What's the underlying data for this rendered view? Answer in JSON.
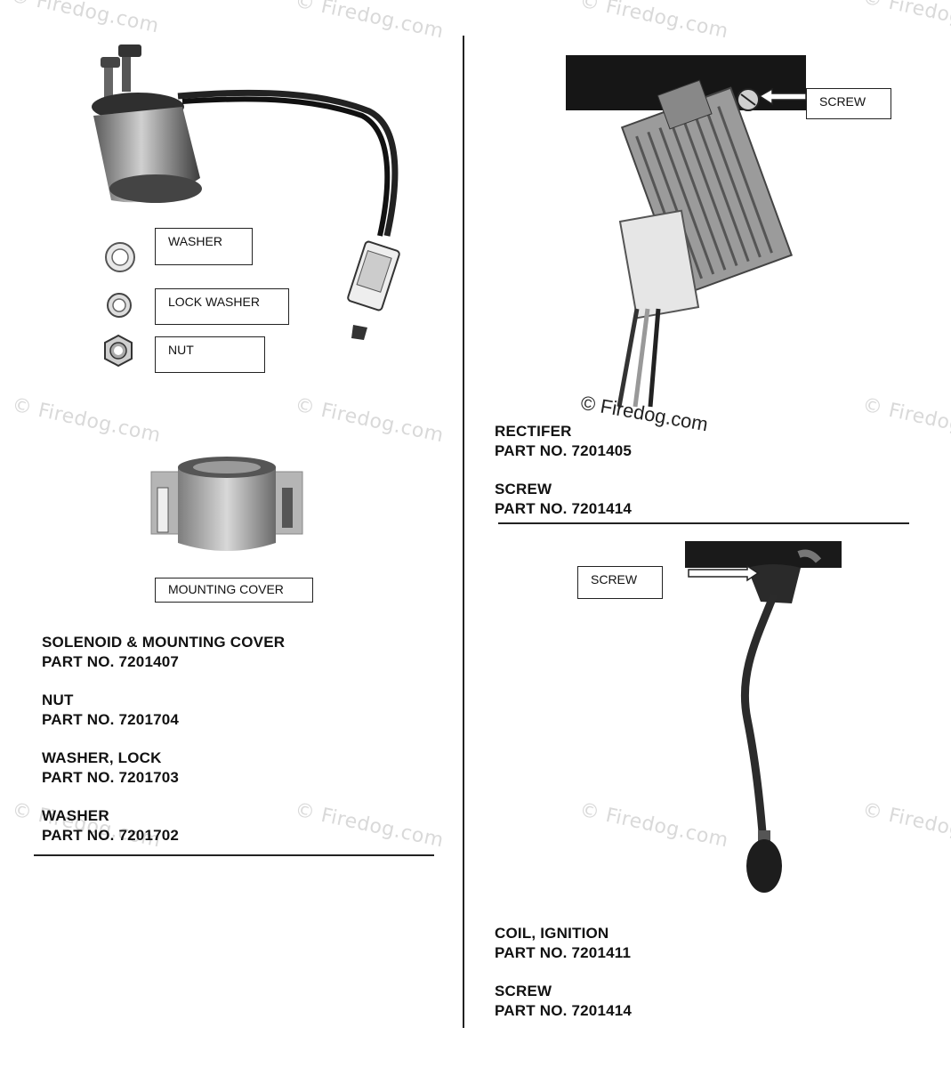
{
  "watermark": "© Firedog.com",
  "left": {
    "callouts": {
      "washer": "WASHER",
      "lock_washer": "LOCK WASHER",
      "nut": "NUT",
      "mounting_cover": "MOUNTING COVER"
    },
    "parts": [
      {
        "name": "SOLENOID & MOUNTING COVER",
        "number": "PART NO. 7201407"
      },
      {
        "name": "NUT",
        "number": "PART NO. 7201704"
      },
      {
        "name": "WASHER, LOCK",
        "number": "PART NO. 7201703"
      },
      {
        "name": "WASHER",
        "number": "PART NO. 7201702"
      }
    ]
  },
  "right_top": {
    "callout": "SCREW",
    "photo_watermark": "© Firedog.com",
    "parts": [
      {
        "name": "RECTIFER",
        "number": "PART NO. 7201405"
      },
      {
        "name": "SCREW",
        "number": "PART NO. 7201414"
      }
    ]
  },
  "right_bottom": {
    "callout": "SCREW",
    "parts": [
      {
        "name": "COIL, IGNITION",
        "number": "PART NO. 7201411"
      },
      {
        "name": "SCREW",
        "number": "PART NO. 7201414"
      }
    ]
  }
}
